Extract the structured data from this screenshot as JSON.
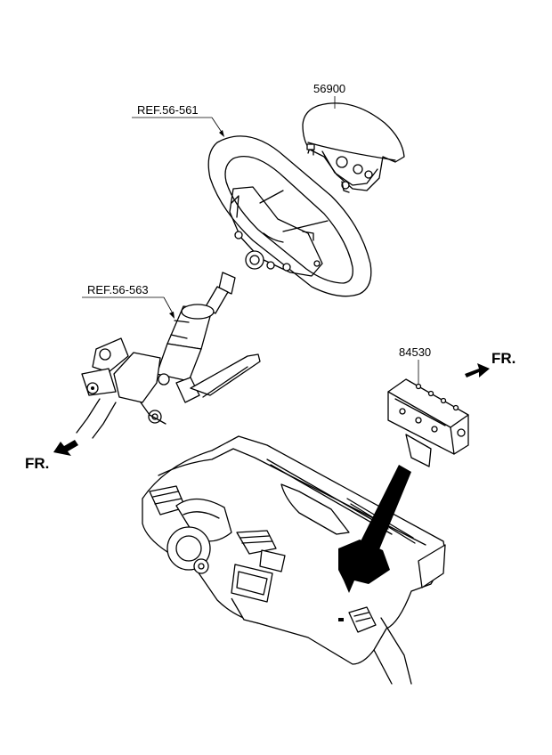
{
  "labels": {
    "airbag_driver": "56900",
    "steering_wheel_ref": "REF.56-561",
    "steering_column_ref": "REF.56-563",
    "airbag_passenger": "84530"
  },
  "front_indicators": {
    "left": "FR.",
    "right": "FR."
  },
  "icons": {
    "front_arrow_left": "arrow-left-down-icon",
    "front_arrow_right": "arrow-right-icon"
  },
  "colors": {
    "ink": "#000000",
    "paper": "#ffffff"
  }
}
